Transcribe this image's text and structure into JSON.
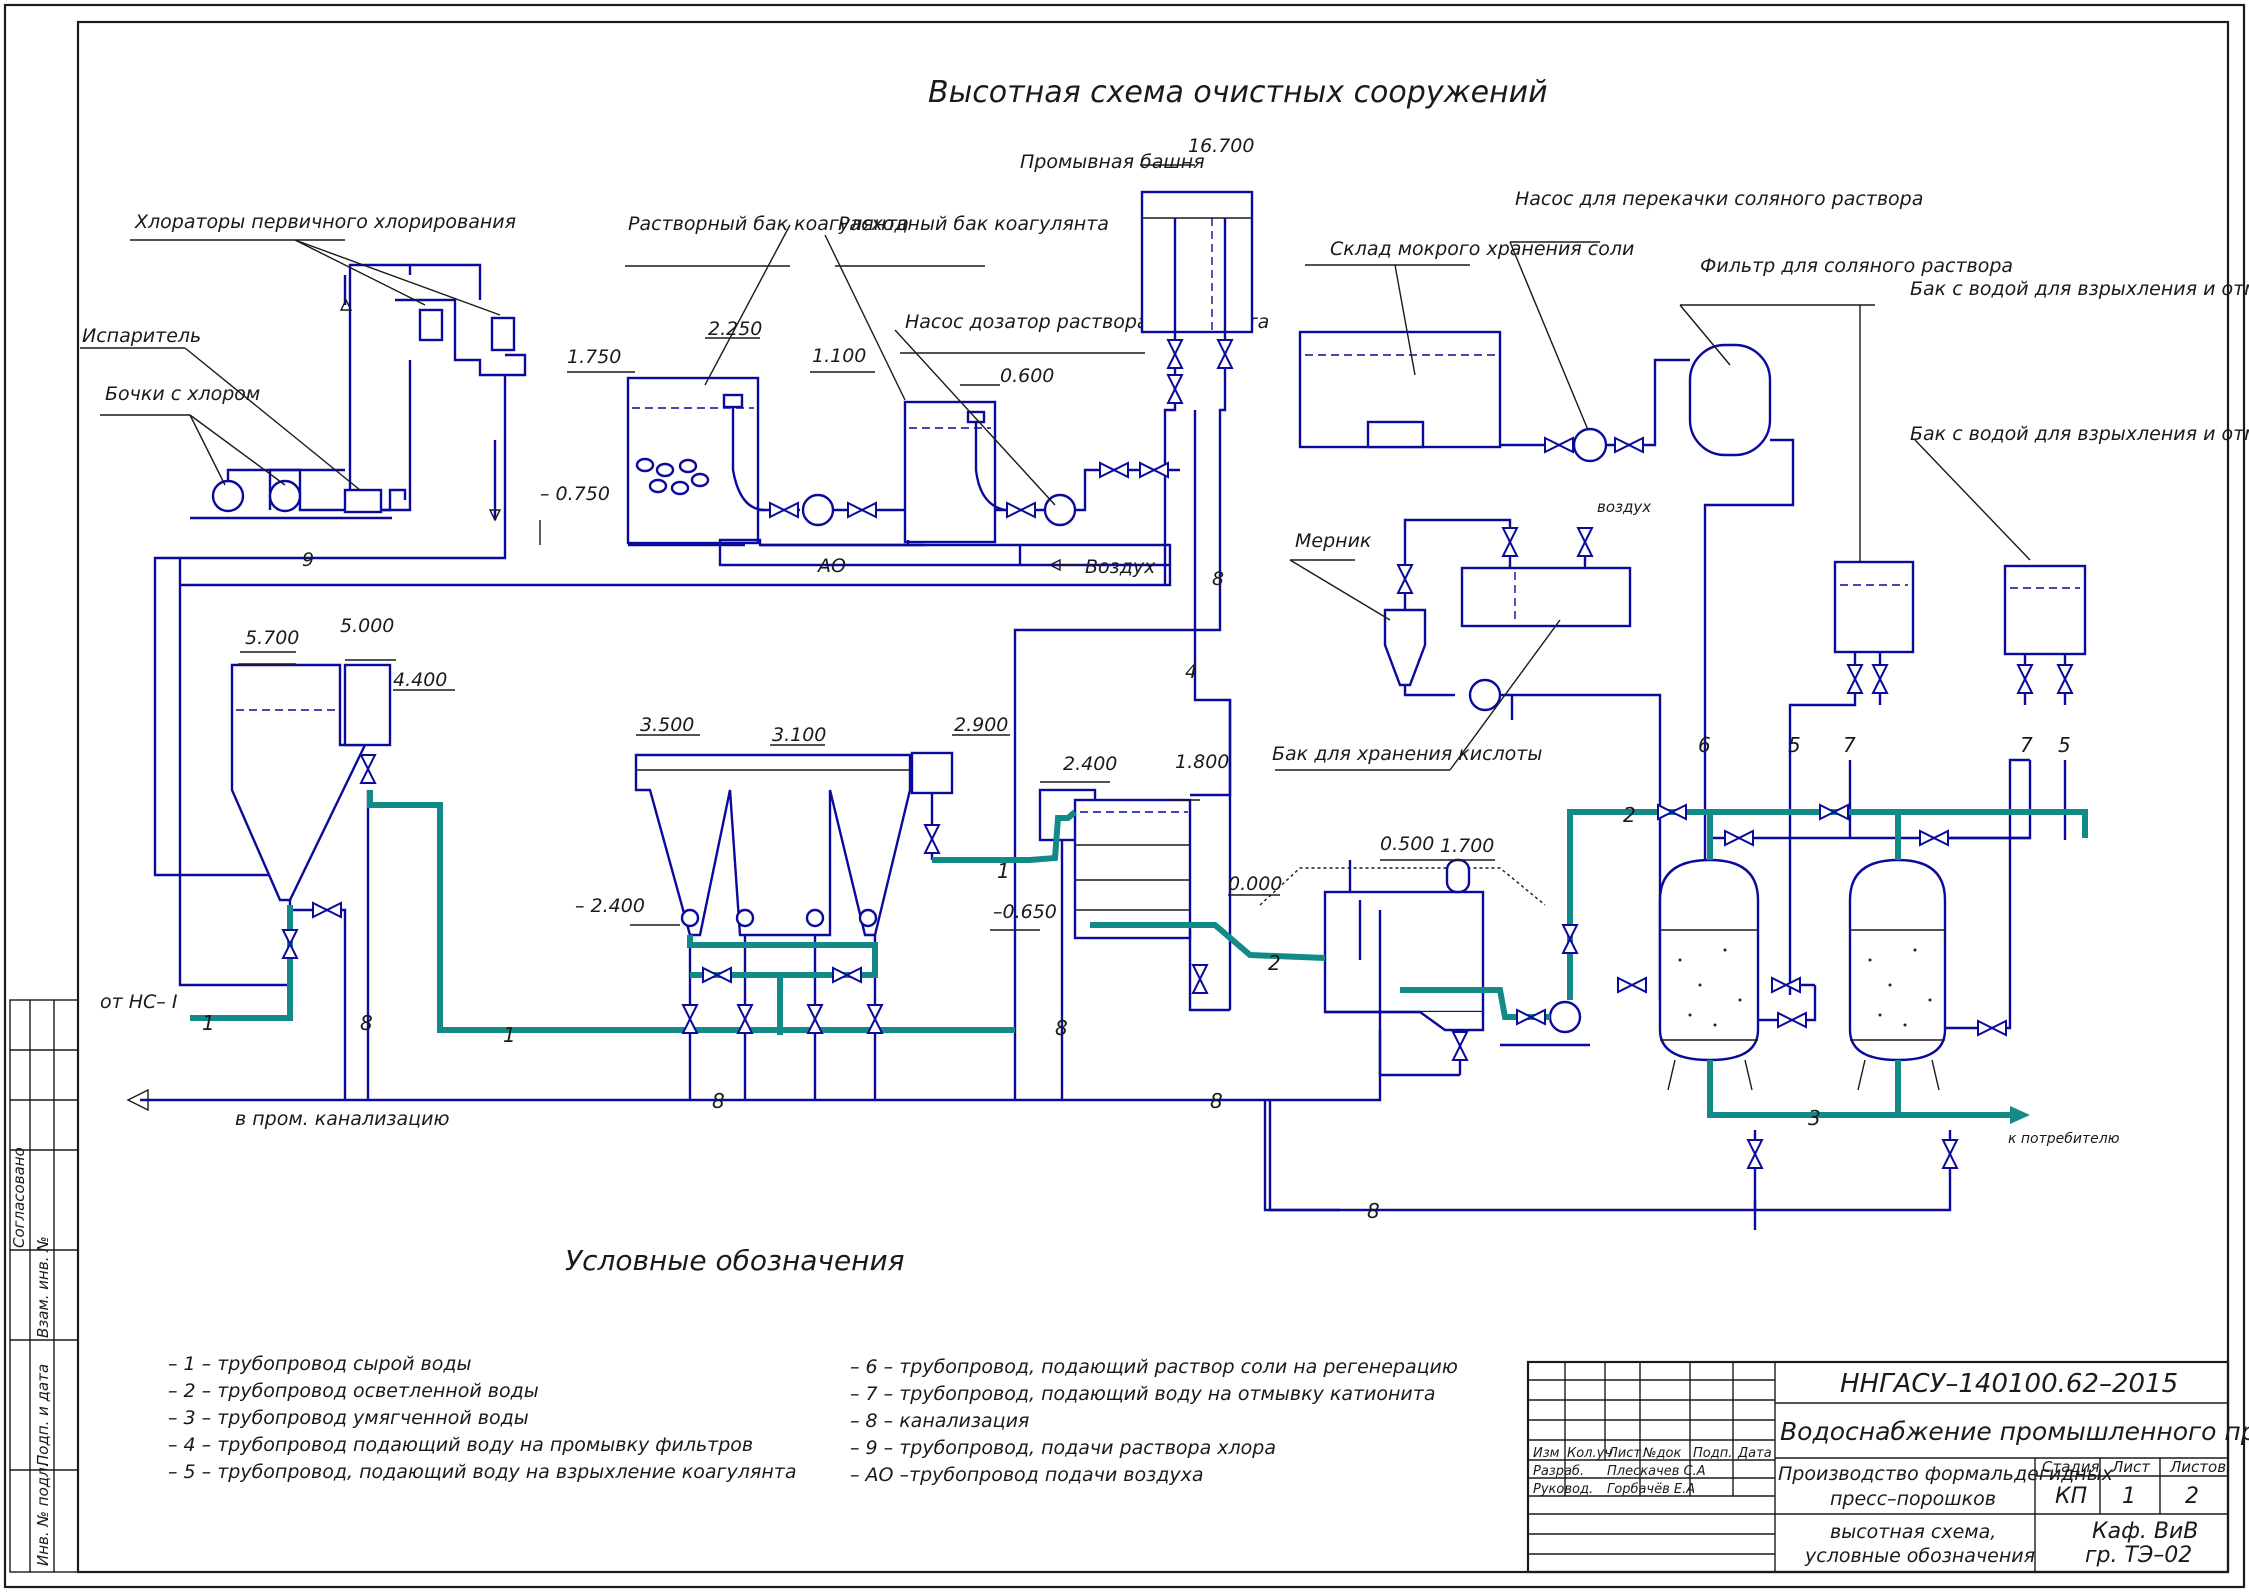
{
  "colors": {
    "pipe": "#0a0a9c",
    "softened_water": "#138a88",
    "frame": "#1a1a1a"
  },
  "title": "Высотная схема очистных сооружений",
  "equipment": {
    "primary_chlorinators": "Хлораторы первичного хлорирования",
    "evaporator": "Испаритель",
    "chlorine_barrels": "Бочки с хлором",
    "coagulant_solution_tank": "Растворный бак коагулянта",
    "coagulant_consumable_tank": "Расходный бак коагулянта",
    "coagulant_dosing_pump": "Насос дозатор раствора коагулянта",
    "washing_tower": "Промывная башня",
    "wet_salt_storage": "Склад мокрого хранения соли",
    "brine_transfer_pump": "Насос для перекачки соляного раствора",
    "brine_filter": "Фильтр для соляного раствора",
    "h_filter_tank": "Бак с водой для взрыхления и отмывки Н – катионитового фиьтра",
    "na_filter_tank": "Бак с водой для взрыхления и отмывки Na – катионитового фильтра",
    "measuring_tank": "Мерник",
    "acid_tank": "Бак для хранения кислоты",
    "air_small": "воздух",
    "air": "Воздух",
    "air_line": "АО",
    "from_pump_station": "от НС– I",
    "to_sewer": "в пром. канализацию",
    "to_consumer": "к потребителю"
  },
  "elevations": [
    "16.700",
    "2.250",
    "1.750",
    "1.100",
    "0.600",
    "– 0.750",
    "5.700",
    "5.000",
    "4.400",
    "3.500",
    "3.100",
    "2.900",
    "2.400",
    "1.800",
    "– 2.400",
    "–0.650",
    "0.000",
    "0.500",
    "1.700"
  ],
  "pipe_labels": [
    "9",
    "8",
    "4",
    "1",
    "1",
    "1",
    "2",
    "2",
    "3",
    "5",
    "5",
    "6",
    "7",
    "7",
    "8",
    "8",
    "8",
    "8",
    "8"
  ],
  "legend": {
    "title": "Условные обозначения",
    "left": [
      "– 1 – трубопровод сырой воды",
      "– 2 – трубопровод осветленной воды",
      "– 3 – трубопровод умягченной воды",
      "– 4 – трубопровод подающий воду на промывку фильтров",
      "– 5 – трубопровод, подающий воду на взрыхление коагулянта"
    ],
    "right": [
      "– 6 – трубопровод, подающий раствор соли на регенерацию",
      "– 7 – трубопровод, подающий воду на отмывку катионита",
      "– 8 – канализация",
      "– 9 – трубопровод, подачи раствора хлора",
      "– АО –трубопровод подачи воздуха"
    ]
  },
  "title_block": {
    "code": "ННГАСУ–140100.62–2015",
    "project": "Водоснабжение промышленного предприятия",
    "headers": [
      "Изм",
      "Кол.уч",
      "Лист",
      "№док",
      "Подп.",
      "Дата"
    ],
    "role1": "Разраб.",
    "name1": "Плескачев С.А",
    "role2": "Руковод.",
    "name2": "Горбачёв Е.А",
    "object_line1": "Производство формальдегидных",
    "object_line2": "пресс–порошков",
    "stage_label": "Стадия",
    "sheet_label": "Лист",
    "sheets_label": "Листов",
    "stage": "КП",
    "sheet": "1",
    "sheets": "2",
    "drawing_line1": "высотная схема,",
    "drawing_line2": "условные обозначения",
    "dept": "Каф. ВиВ",
    "group": "гр. ТЭ–02"
  },
  "side_stamp": [
    "Согласовано",
    "Взам. инв. №",
    "Подп. и дата",
    "Инв. № подл."
  ]
}
